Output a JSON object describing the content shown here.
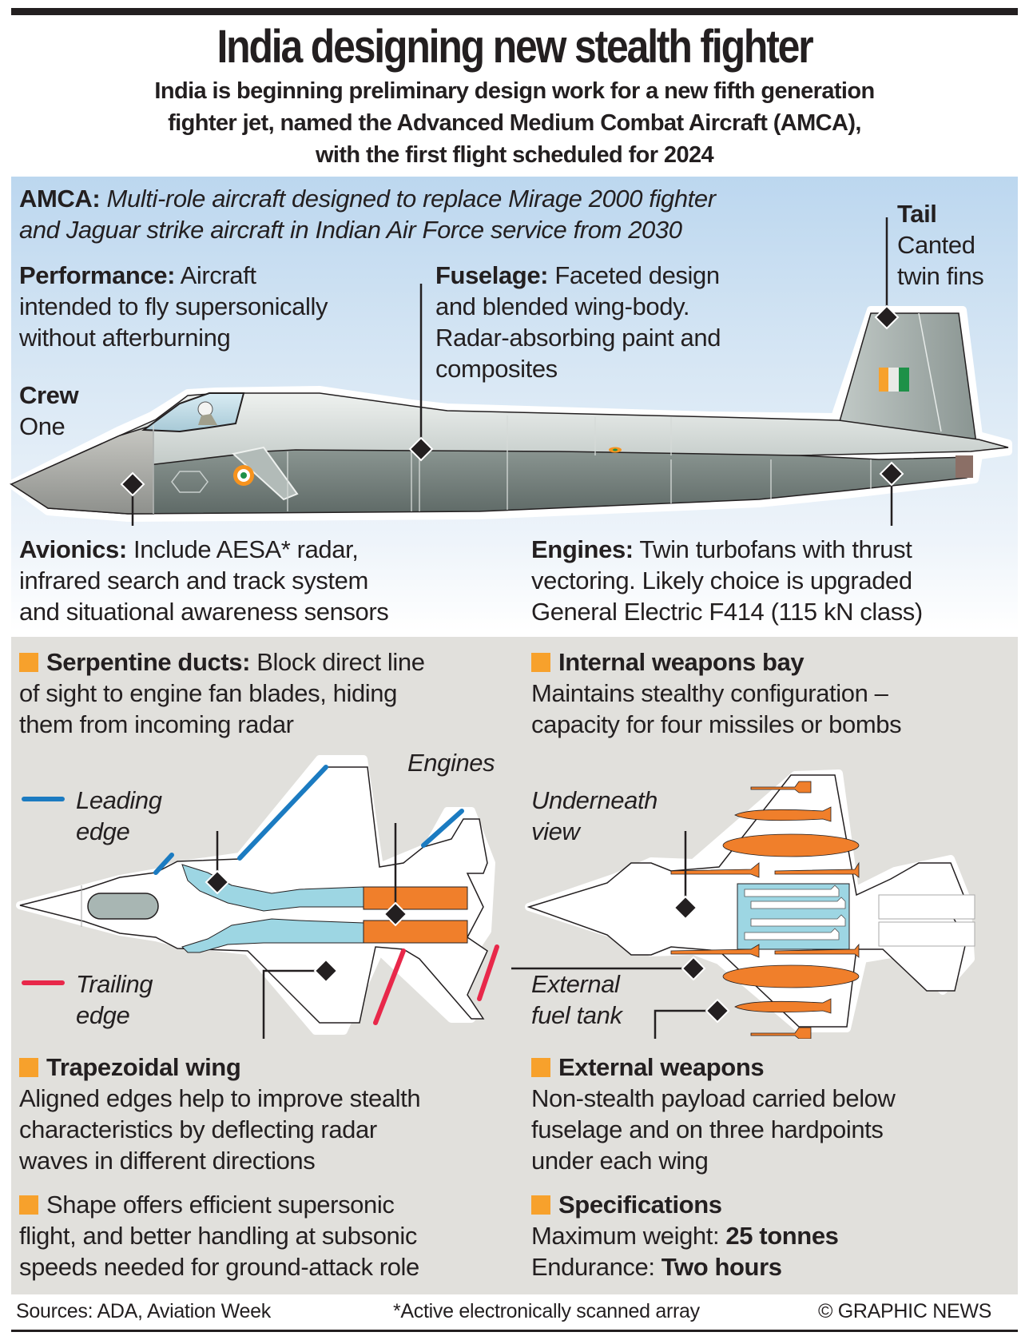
{
  "header": {
    "title": "India designing new stealth fighter",
    "subtitle_lines": [
      "India is beginning preliminary design work for a new fifth generation",
      "fighter jet, named the Advanced Medium Combat Aircraft (AMCA),",
      "with the first flight scheduled for 2024"
    ]
  },
  "side_view": {
    "amca": {
      "label": "AMCA:",
      "lines": [
        "Multi-role aircraft designed to replace Mirage 2000 fighter",
        "and Jaguar strike aircraft in Indian Air Force service from 2030"
      ]
    },
    "performance": {
      "label": "Performance:",
      "first": "Aircraft",
      "lines": [
        "intended to fly supersonically",
        "without afterburning"
      ]
    },
    "fuselage": {
      "label": "Fuselage:",
      "first": "Faceted design",
      "lines": [
        "and blended wing-body.",
        "Radar-absorbing paint and",
        "composites"
      ]
    },
    "tail": {
      "label": "Tail",
      "lines": [
        "Canted",
        "twin fins"
      ]
    },
    "crew": {
      "label": "Crew",
      "value": "One"
    },
    "avionics": {
      "label": "Avionics:",
      "first": "Include AESA* radar,",
      "lines": [
        "infrared search and track system",
        "and situational awareness sensors"
      ]
    },
    "engines": {
      "label": "Engines:",
      "first": "Twin turbofans with thrust",
      "lines": [
        "vectoring. Likely choice is upgraded",
        "General Electric F414 (115 kN class)"
      ]
    }
  },
  "sections": {
    "serpentine": {
      "label": "Serpentine ducts:",
      "first": "Block direct line",
      "lines": [
        "of sight to engine fan blades, hiding",
        "them from incoming radar"
      ]
    },
    "internal_bay": {
      "label": "Internal weapons bay",
      "lines": [
        "Maintains stealthy configuration –",
        "capacity for four missiles or bombs"
      ]
    },
    "trapezoidal": {
      "label": "Trapezoidal wing",
      "lines": [
        "Aligned edges help to improve stealth",
        "characteristics by deflecting radar",
        "waves in different directions"
      ]
    },
    "shape": {
      "first": "Shape offers efficient supersonic",
      "lines": [
        "flight, and better handling at subsonic",
        "speeds needed for ground-attack role"
      ]
    },
    "external": {
      "label": "External weapons",
      "lines": [
        "Non-stealth payload carried below",
        "fuselage and on three hardpoints",
        "under each wing"
      ]
    },
    "specs": {
      "label": "Specifications",
      "weight_label": "Maximum weight:",
      "weight_value": "25 tonnes",
      "endurance_label": "Endurance:",
      "endurance_value": "Two hours"
    }
  },
  "diagram_labels": {
    "leading_edge": [
      "Leading",
      "edge"
    ],
    "trailing_edge": [
      "Trailing",
      "edge"
    ],
    "engines": "Engines",
    "underneath_view": [
      "Underneath",
      "view"
    ],
    "external_fuel_tank": [
      "External",
      "fuel tank"
    ]
  },
  "colors": {
    "accent_square": "#f7a12c",
    "leading_edge": "#1b7bc1",
    "trailing_edge": "#e8284a",
    "engine": "#f07f2b",
    "duct": "#9dd6e3",
    "sky_top": "#bcd7ef",
    "panel_grey": "#e1e0dc"
  },
  "footer": {
    "sources": "Sources: ADA, Aviation Week",
    "note": "*Active electronically scanned array",
    "credit": "© GRAPHIC NEWS"
  }
}
